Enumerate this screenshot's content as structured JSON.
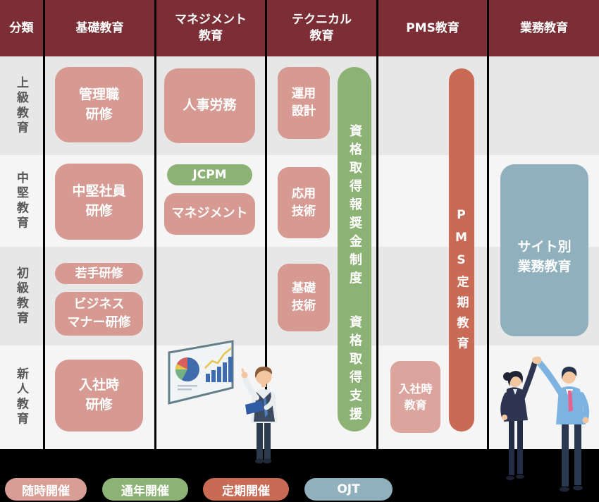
{
  "header": {
    "category": "分類",
    "basic": "基礎教育",
    "management": "マネジメント\n教育",
    "technical": "テクニカル\n教育",
    "pms": "PMS教育",
    "business": "業務教育"
  },
  "row_labels": {
    "advanced": "上級教育",
    "middle": "中堅教育",
    "elementary": "初級教育",
    "newcomer": "新人教育"
  },
  "basic_column": {
    "management_training": "管理職\n研修",
    "mid_level_training": "中堅社員\n研修",
    "young_training": "若手研修",
    "business_manner_training": "ビジネス\nマナー研修",
    "onboarding_training": "入社時\n研修"
  },
  "management_column": {
    "hr_labor": "人事労務",
    "jcpm": "JCPM",
    "management": "マネジメント"
  },
  "technical_column": {
    "operation_design": "運用\n設計",
    "applied_tech": "応用\n技術",
    "basic_tech": "基礎\n技術",
    "qualification_bar_line1": "資格取得報奨金制度",
    "qualification_bar_line2": "資格取得支援"
  },
  "pms_column": {
    "pms_periodic_bar": "PMS定期教育",
    "onboarding_education": "入社時\n教育"
  },
  "business_column": {
    "site_education": "サイト別\n業務教育"
  },
  "legend": {
    "anytime": "随時開催",
    "year_round": "通年開催",
    "periodic": "定期開催",
    "ojt": "OJT"
  },
  "colors": {
    "header_maroon": "#7b2e36",
    "anytime_pink": "#d69a92",
    "anytime_pink_light": "#dba49d",
    "year_round_green": "#8db275",
    "periodic_red": "#c96a55",
    "ojt_blue": "#8fb0bc",
    "row_gray": "#e8e7e7",
    "row_white": "#f6f5f5",
    "background": "#000000"
  }
}
